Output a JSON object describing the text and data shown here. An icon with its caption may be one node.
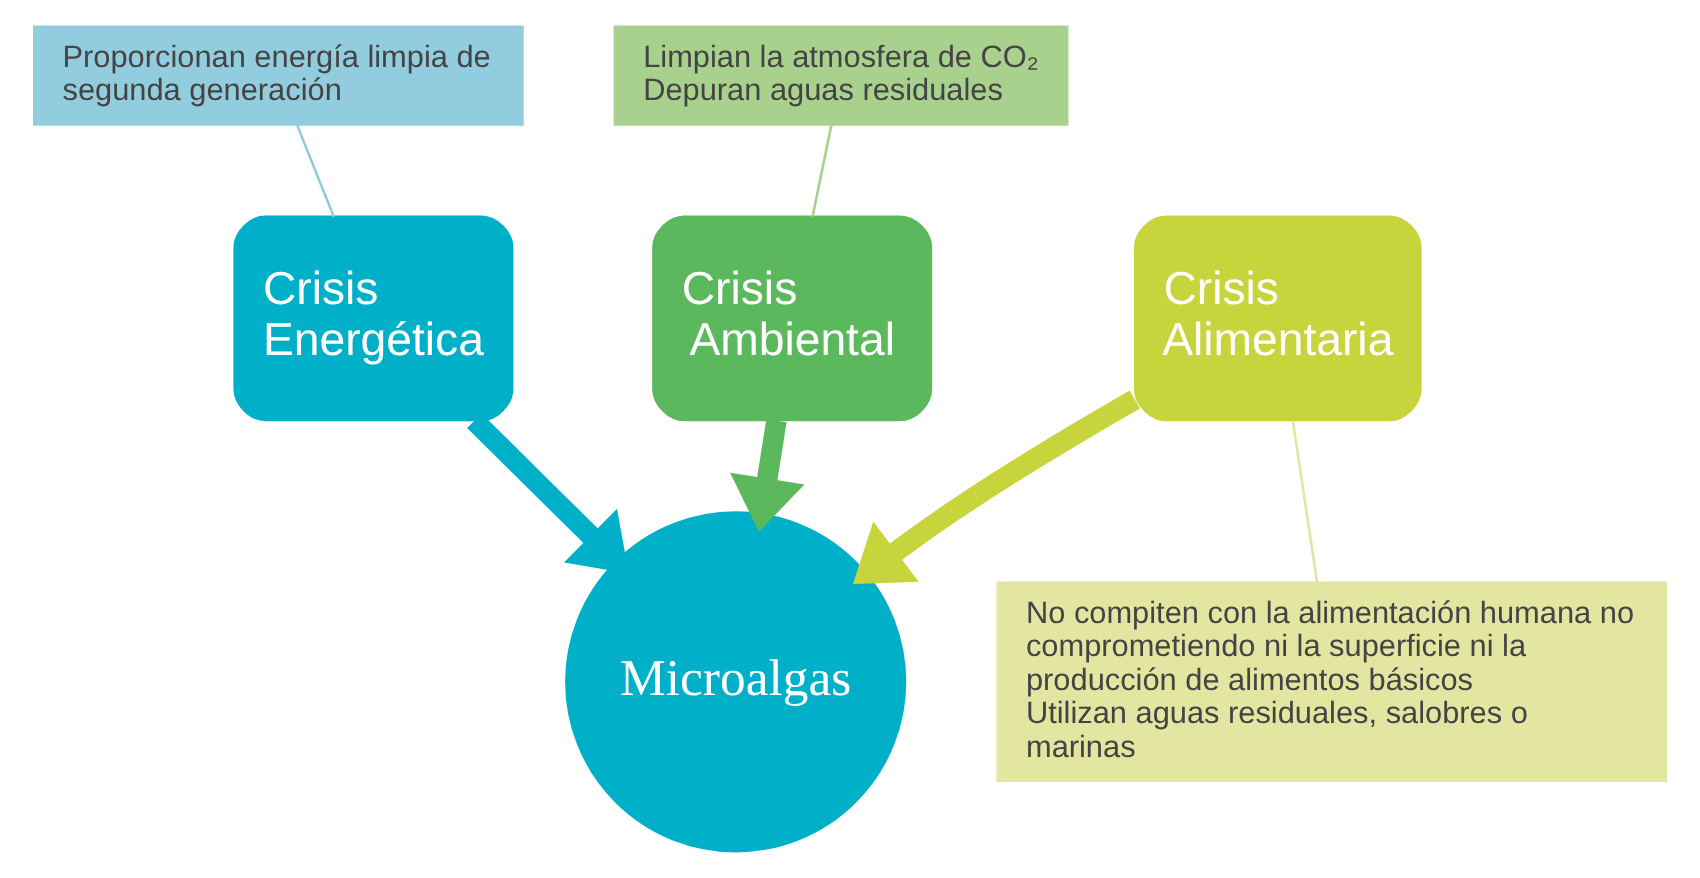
{
  "diagram": {
    "nodes": [
      {
        "text": [
          "Crisis Ambiental"
        ]
      },
      {
        "text": [
          "Crisis Energética"
        ]
      },
      {
        "text": [
          "Crisis Alimentaria"
        ]
      },
      {
        "text": [
          "Microalgas"
        ]
      },
      {
        "text": [
          "Limpian la atmosfera de CO₂",
          "Depuran aguas residuales"
        ]
      },
      {
        "text": [
          "Proporcionan energía limpia de segunda generación"
        ]
      },
      {
        "text": [
          "No compiten con la alimentación humana no comprometiendo ni la superficie ni la producción de alimentos básicos",
          "Utilizan aguas residuales, salobres o marinas"
        ]
      }
    ],
    "edges": [
      {
        "from": 0,
        "to": 3,
        "arrow": "to",
        "style": "thick",
        "color": "#5cb85c"
      },
      {
        "from": 1,
        "to": 3,
        "arrow": "to",
        "style": "thick",
        "color": "#00b0c8"
      },
      {
        "from": 2,
        "to": 3,
        "arrow": "to",
        "style": "thick",
        "color": "#c8d43c"
      },
      {
        "from": 4,
        "to": 0,
        "arrow": "none",
        "color": "#a9d18e"
      },
      {
        "from": 5,
        "to": 1,
        "arrow": "none",
        "color": "#92cddf"
      },
      {
        "from": 6,
        "to": 2,
        "arrow": "none",
        "color": "#e2e6a0"
      }
    ]
  }
}
